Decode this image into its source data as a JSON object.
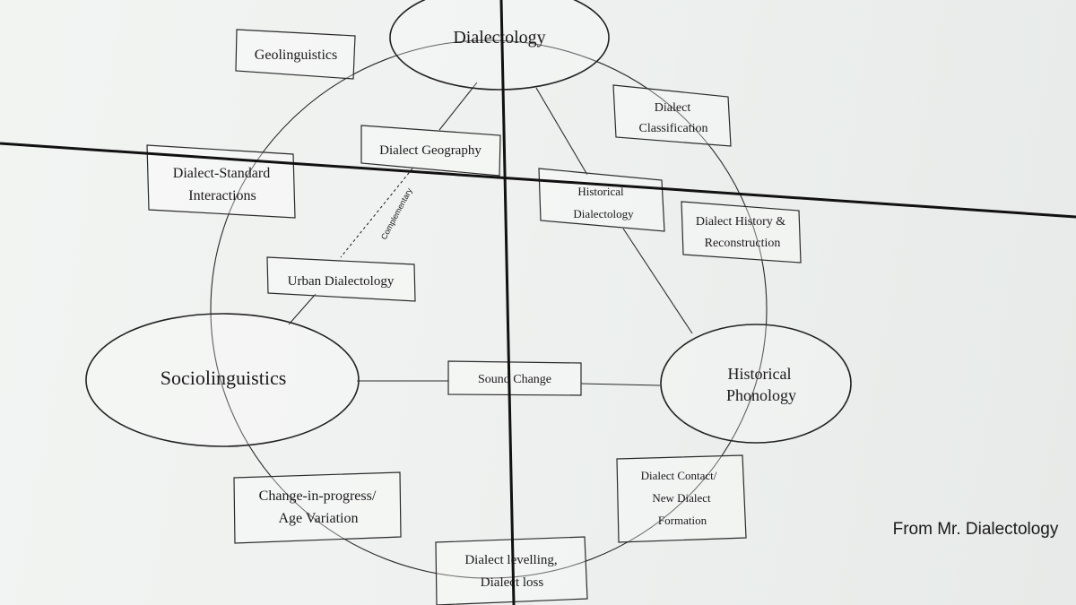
{
  "diagram": {
    "center_topics": {
      "dialectology": "Dialectology",
      "sociolinguistics": "Sociolinguistics",
      "historical_phonology": [
        "Historical",
        "Phonology"
      ]
    },
    "boxes": {
      "geolinguistics": [
        "Geolinguistics"
      ],
      "dialect_classification": [
        "Dialect",
        "Classification"
      ],
      "dialect_geography": [
        "Dialect Geography"
      ],
      "dialect_standard_interactions": [
        "Dialect-Standard",
        "Interactions"
      ],
      "historical_dialectology": [
        "Historical",
        "Dialectology"
      ],
      "dialect_history_reconstruction": [
        "Dialect History &",
        "Reconstruction"
      ],
      "urban_dialectology": [
        "Urban Dialectology"
      ],
      "sound_change": [
        "Sound Change"
      ],
      "change_in_progress": [
        "Change-in-progress/",
        "Age Variation"
      ],
      "dialect_contact": [
        "Dialect Contact/",
        "New Dialect",
        "Formation"
      ],
      "dialect_levelling": [
        "Dialect levelling,",
        "Dialect loss"
      ]
    },
    "complementary_label": "Complementary"
  },
  "caption": "From Mr. Dialectology"
}
